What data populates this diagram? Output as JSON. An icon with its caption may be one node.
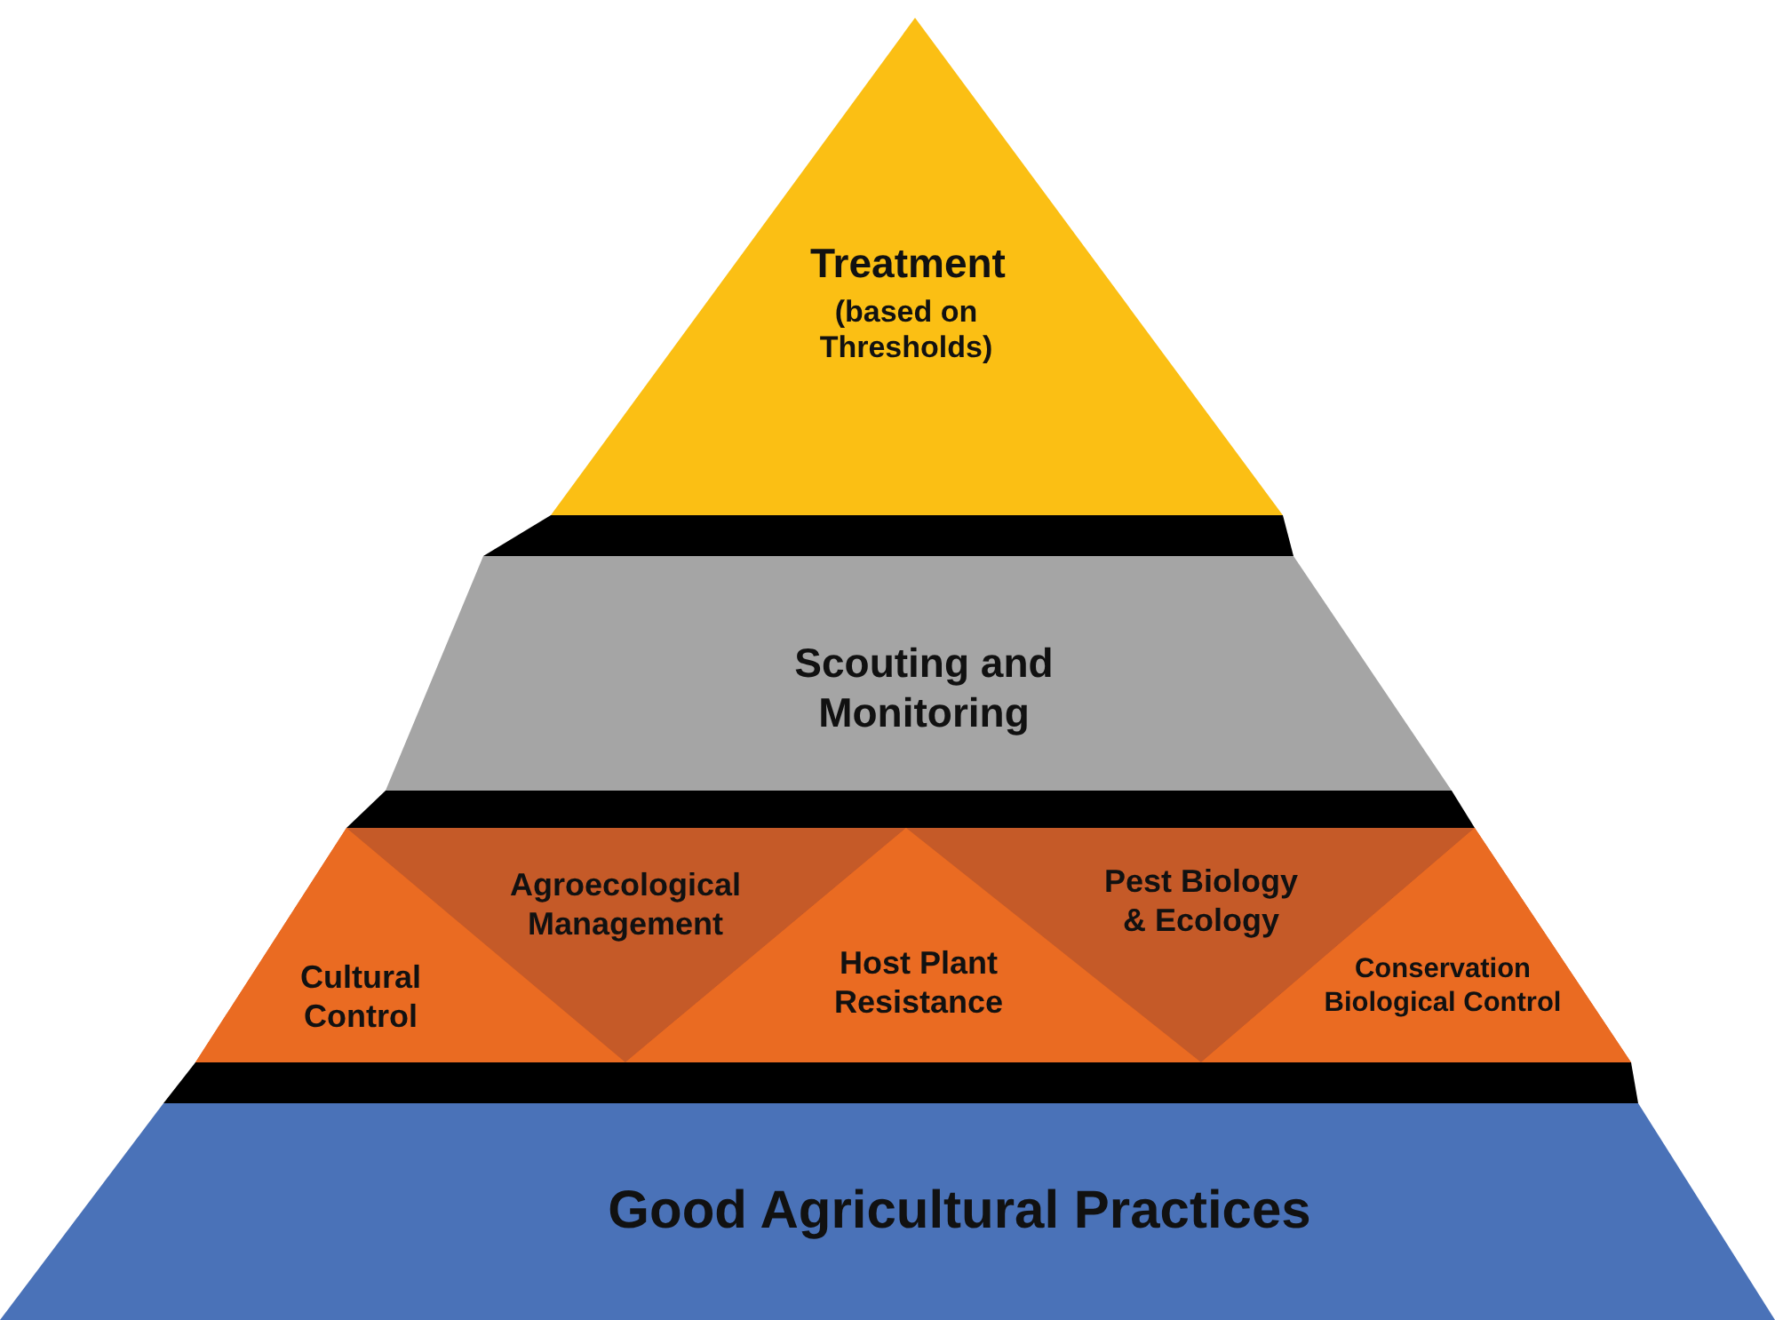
{
  "diagram": {
    "nodes": [
      {
        "text": [
          "Treatment",
          "(based on Thresholds)"
        ]
      },
      {
        "text": [
          "Scouting and Monitoring"
        ]
      },
      {
        "text": [
          "Cultural Control"
        ]
      },
      {
        "text": [
          "Agroecological Management"
        ]
      },
      {
        "text": [
          "Host Plant Resistance"
        ]
      },
      {
        "text": [
          "Pest Biology & Ecology"
        ]
      },
      {
        "text": [
          "Conservation Biological Control"
        ]
      },
      {
        "text": [
          "Good Agricultural Practices"
        ]
      }
    ]
  }
}
